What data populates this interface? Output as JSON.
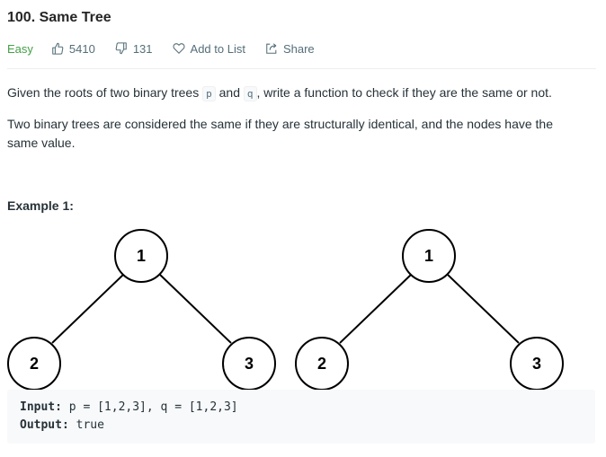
{
  "problem": {
    "title": "100. Same Tree",
    "difficulty": "Easy",
    "likes": "5410",
    "dislikes": "131",
    "add_to_list": "Add to List",
    "share": "Share"
  },
  "description": {
    "p1_before": "Given the roots of two binary trees ",
    "p1_var1": "p",
    "p1_mid": " and ",
    "p1_var2": "q",
    "p1_after": ", write a function to check if they are the same or not.",
    "p2": "Two binary trees are considered the same if they are structurally identical, and the nodes have the same value."
  },
  "example": {
    "title": "Example 1:",
    "tree_p": {
      "root": "1",
      "left": "2",
      "right": "3"
    },
    "tree_q": {
      "root": "1",
      "left": "2",
      "right": "3"
    },
    "input_label": "Input:",
    "input_value": " p = [1,2,3], q = [1,2,3]",
    "output_label": "Output:",
    "output_value": " true"
  },
  "colors": {
    "easy": "#43a047",
    "meta": "#546e7a"
  }
}
